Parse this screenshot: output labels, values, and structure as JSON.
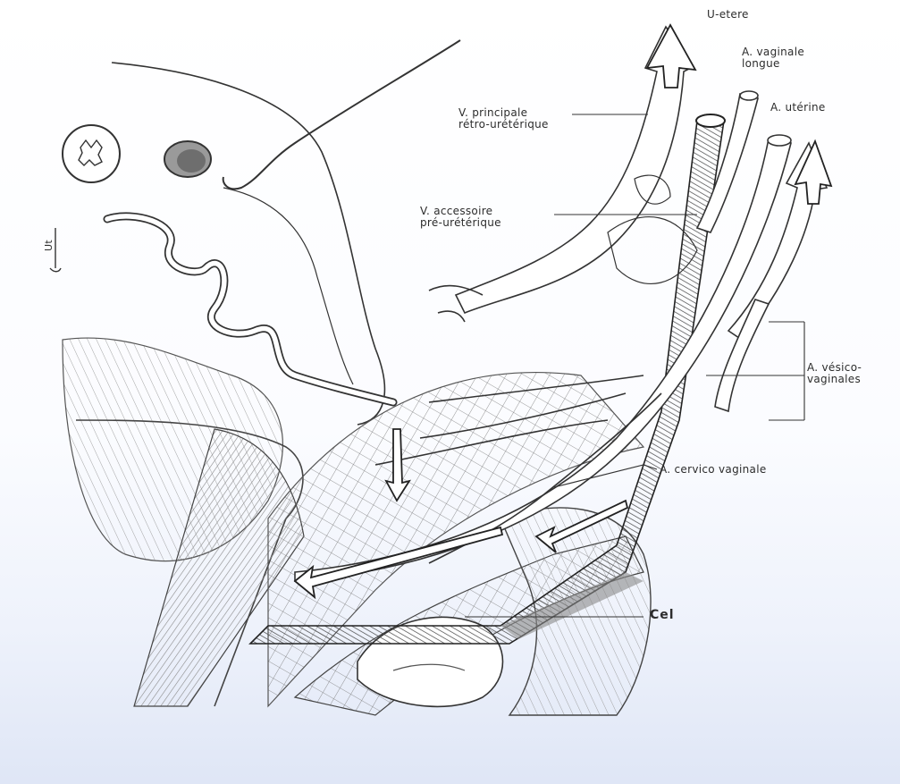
{
  "diagram": {
    "palette": {
      "ink": "#2e2e2e",
      "shade": "#7d7d7d",
      "paper": "#ffffff",
      "tint": "#dfe6f6"
    },
    "labels": {
      "uretere": "U-etere",
      "a_vaginale_longue": [
        "A. vaginale",
        "longue"
      ],
      "v_principale": [
        "V. principale",
        "rétro-urétérique"
      ],
      "a_uterine": "A. utérine",
      "v_accessoire": [
        "V. accessoire",
        "pré-urétérique"
      ],
      "a_vesico_vaginales": [
        "A. vésico-",
        "vaginales"
      ],
      "a_cervico_vaginale": "A. cervico vaginale",
      "cel": "Cel",
      "margin_mark": "Ut"
    }
  }
}
